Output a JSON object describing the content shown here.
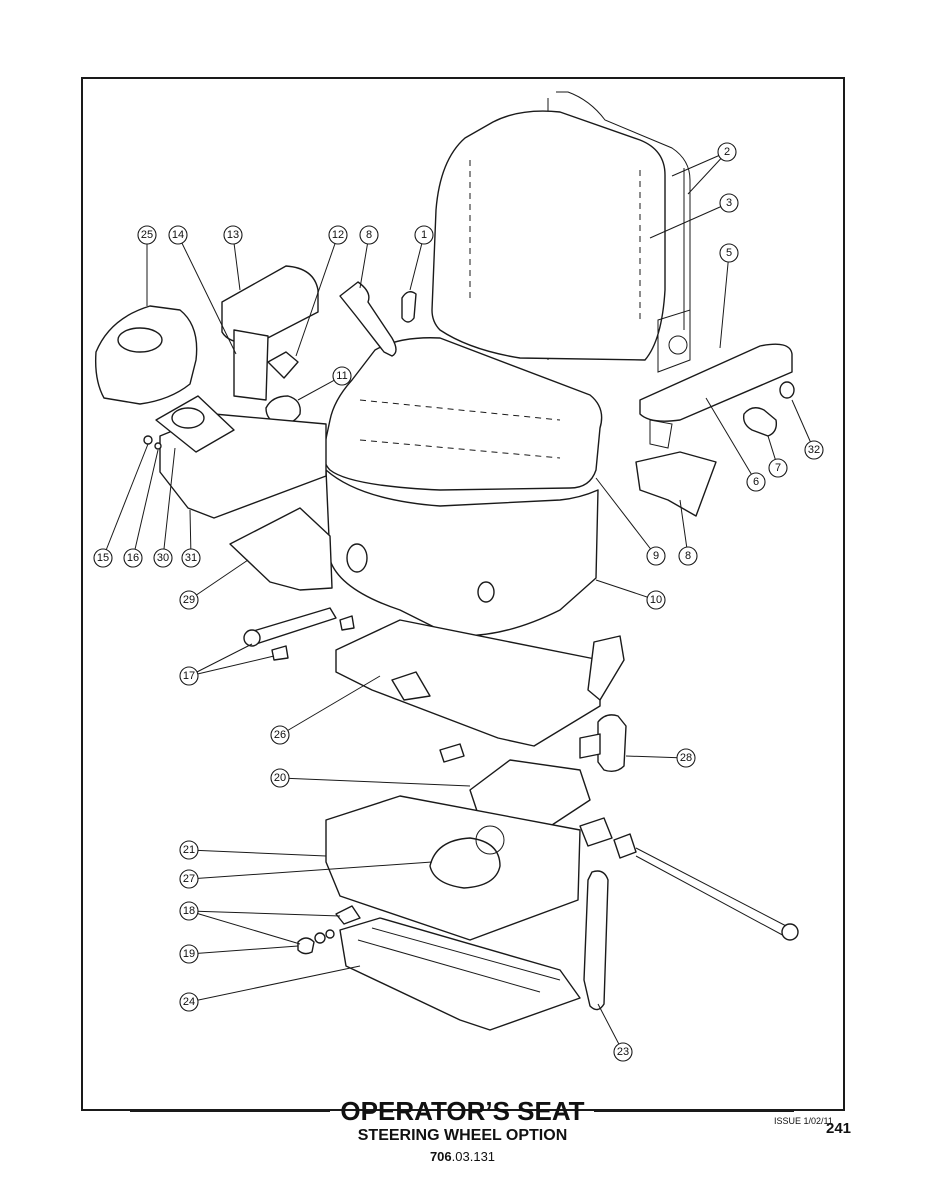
{
  "title": "OPERATOR’S SEAT",
  "subtitle": "STEERING WHEEL OPTION",
  "part_code": {
    "bold": "706",
    "rest": ".03.131"
  },
  "issue": "ISSUE 1/02/11",
  "page_number": "241",
  "callouts": [
    "1",
    "2",
    "3",
    "5",
    "6",
    "7",
    "8",
    "9",
    "10",
    "11",
    "12",
    "13",
    "14",
    "15",
    "16",
    "17",
    "18",
    "19",
    "20",
    "21",
    "23",
    "24",
    "25",
    "26",
    "27",
    "28",
    "29",
    "30",
    "31",
    "32"
  ]
}
